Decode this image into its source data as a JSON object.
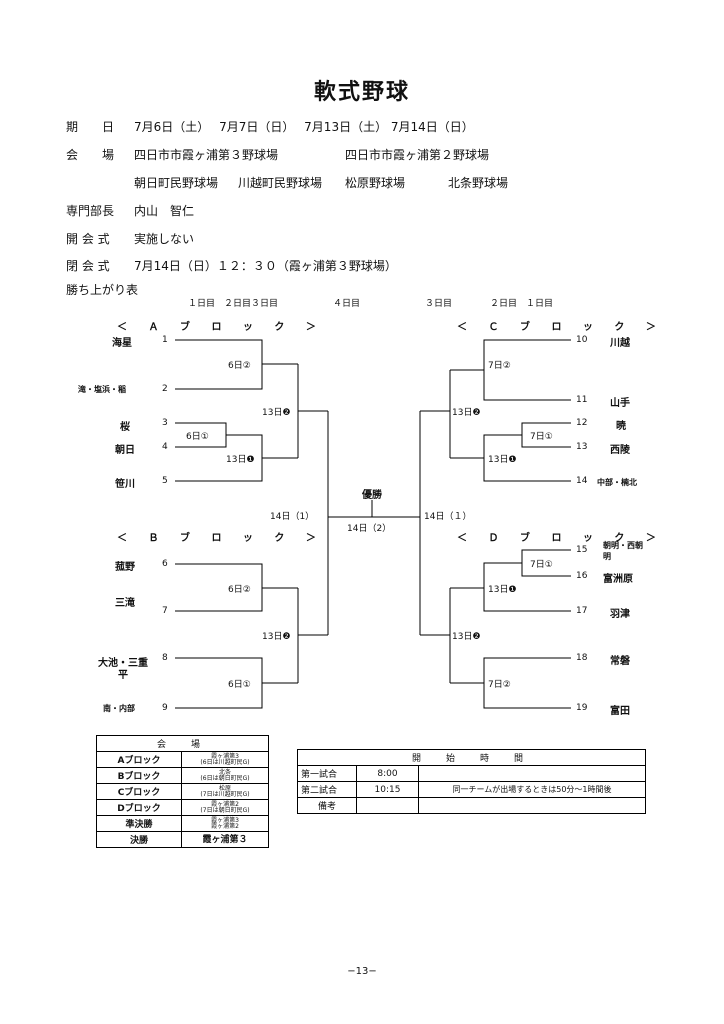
{
  "title": "軟式野球",
  "info": {
    "date_label": "期　　日",
    "dates": "7月6日（土）　 7月7日（日）　 7月13日（土） 7月14日（日）",
    "venue_label": "会　　場",
    "venue_line1a": "四日市市霞ヶ浦第３野球場",
    "venue_line1b": "四日市市霞ヶ浦第２野球場",
    "venue_line2a": "朝日町民野球場",
    "venue_line2b": "川越町民野球場",
    "venue_line2c": "松原野球場",
    "venue_line2d": "北条野球場",
    "director_label": "専門部長",
    "director": "内山　智仁",
    "opening_label": "開 会 式",
    "opening": "実施しない",
    "closing_label": "閉 会 式",
    "closing": "7月14日（日）１２：３０（霞ヶ浦第３野球場）",
    "advance": "勝ち上がり表"
  },
  "round_headers": {
    "left": "１日目　２日目３日目",
    "center_left": "４日目",
    "center_right": "３日目",
    "right": "２日目　１日目"
  },
  "blocks": {
    "a": "＜ Ａ ブ ロ ッ ク ＞",
    "b": "＜ Ｂ ブ ロ ッ ク ＞",
    "c": "＜ Ｃ ブ ロ ッ ク ＞",
    "d": "＜ Ｄ ブ ロ ッ ク ＞"
  },
  "teams": [
    {
      "no": "1",
      "name": "海星"
    },
    {
      "no": "2",
      "name": "滝・塩浜・稲"
    },
    {
      "no": "3",
      "name": "桜"
    },
    {
      "no": "4",
      "name": "朝日"
    },
    {
      "no": "5",
      "name": "笹川"
    },
    {
      "no": "6",
      "name": "菰野"
    },
    {
      "no": "7",
      "name": "三滝"
    },
    {
      "no": "8",
      "name": "大池・三重平"
    },
    {
      "no": "9",
      "name": "南・内部"
    },
    {
      "no": "10",
      "name": "川越"
    },
    {
      "no": "11",
      "name": "山手"
    },
    {
      "no": "12",
      "name": "暁"
    },
    {
      "no": "13",
      "name": "西陵"
    },
    {
      "no": "14",
      "name": "中部・楠北"
    },
    {
      "no": "15",
      "name": "朝明・西朝明"
    },
    {
      "no": "16",
      "name": "富洲原"
    },
    {
      "no": "17",
      "name": "羽津"
    },
    {
      "no": "18",
      "name": "常磐"
    },
    {
      "no": "19",
      "name": "富田"
    }
  ],
  "matches": {
    "a1": "6日②",
    "a2": "6日①",
    "a3": "13日❶",
    "a4": "13日❷",
    "b1": "6日②",
    "b2": "6日①",
    "b3": "13日❷",
    "c1": "7日②",
    "c2": "7日①",
    "c3": "13日❶",
    "c4": "13日❷",
    "d1": "7日①",
    "d2": "13日❶",
    "d3": "7日②",
    "d4": "13日❷",
    "semi_left": "14日（1）",
    "semi_right": "14日（１）",
    "final": "14日（2）",
    "final_label": "優勝"
  },
  "venue_table": {
    "header": "会　場",
    "rows": [
      {
        "block": "Aブロック",
        "venue": "霞ヶ浦第3\n(6日は川越町民G)"
      },
      {
        "block": "Bブロック",
        "venue": "北条\n(6日は朝日町民G)"
      },
      {
        "block": "Cブロック",
        "venue": "松原\n(7日は川越町民G)"
      },
      {
        "block": "Dブロック",
        "venue": "霞ヶ浦第2\n(7日は朝日町民G)"
      },
      {
        "block": "準決勝",
        "venue": "霞ヶ浦第3\n霞ヶ浦第2"
      },
      {
        "block": "決勝",
        "venue": "霞ヶ浦第３"
      }
    ]
  },
  "time_table": {
    "header": "開　始　時　間",
    "rows": [
      {
        "label": "第一試合",
        "time": "8:00",
        "note": ""
      },
      {
        "label": "第二試合",
        "time": "10:15",
        "note": "同一チームが出場するときは50分〜1時間後"
      },
      {
        "label": "備考",
        "time": "",
        "note": ""
      }
    ]
  },
  "page_number": "−13−"
}
